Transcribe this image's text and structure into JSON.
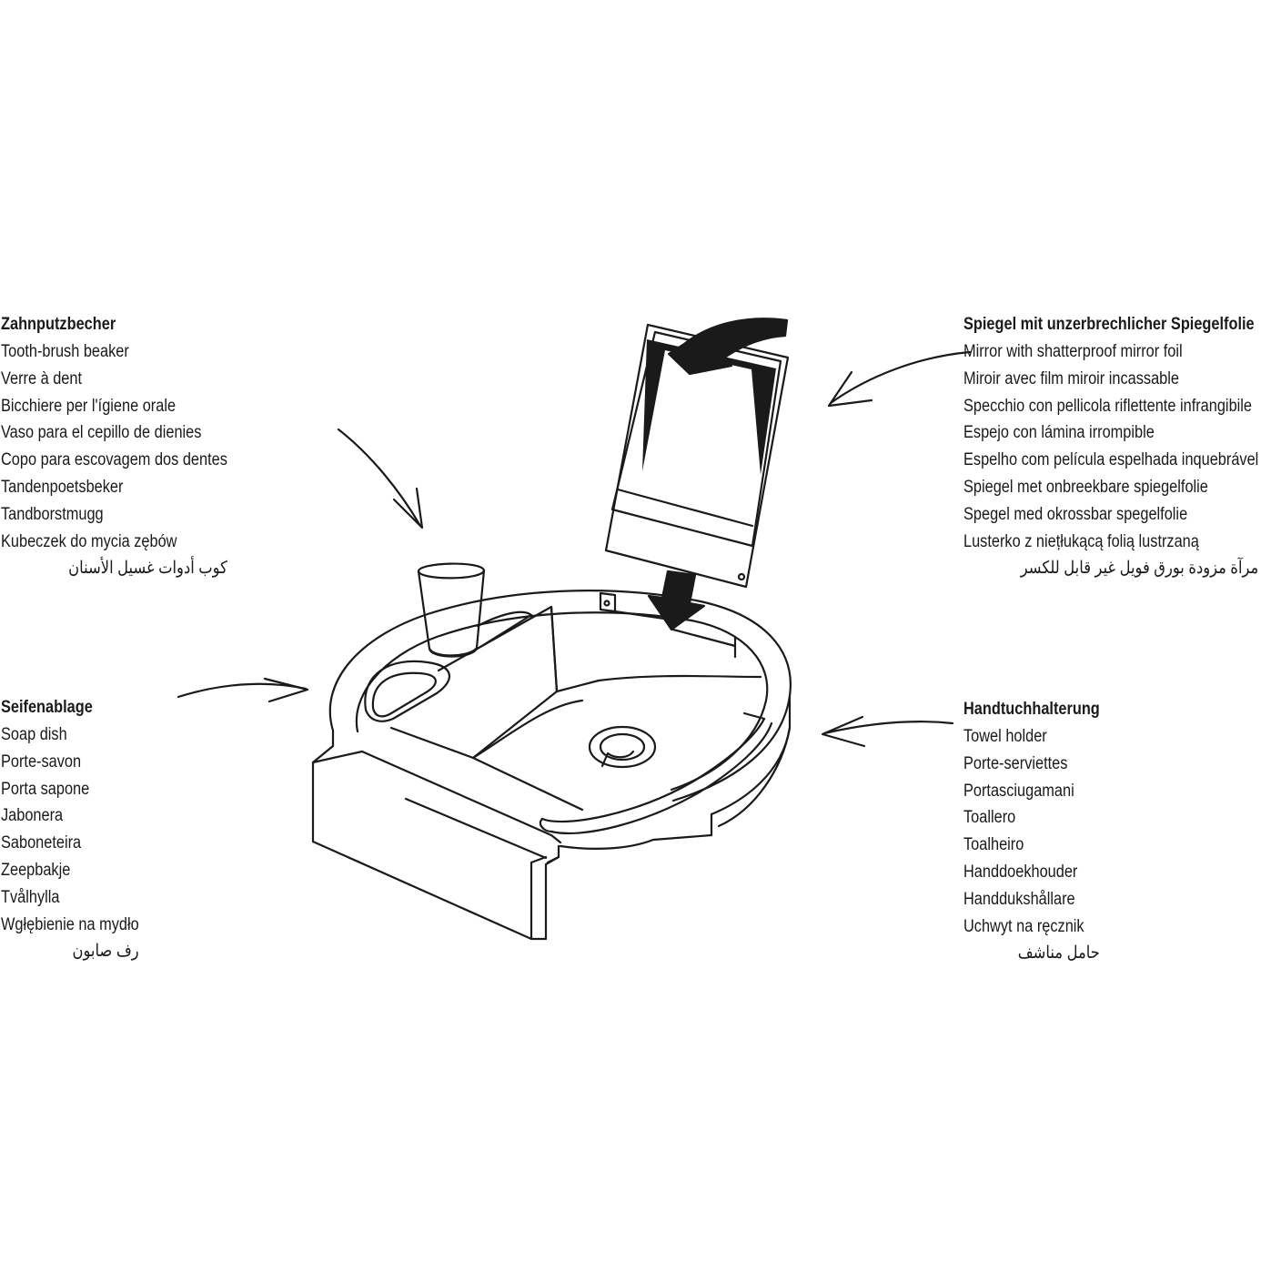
{
  "labels": {
    "toothbrush_beaker": {
      "title": "Zahnputzbecher",
      "lines": [
        "Tooth-brush beaker",
        "Verre à dent",
        "Bicchiere per l'ígiene orale",
        "Vaso para el cepillo de dienies",
        "Copo para escovagem dos dentes",
        "Tandenpoetsbeker",
        "Tandborstmugg",
        "Kubeczek do mycia zębów",
        "كوب أدوات غسيل الأسنان"
      ]
    },
    "mirror": {
      "title": "Spiegel mit unzerbrechlicher Spiegelfolie",
      "lines": [
        "Mirror with shatterproof mirror foil",
        "Miroir avec film miroir incassable",
        "Specchio con pellicola riflettente infrangibile",
        "Espejo con lámina irrompible",
        "Espelho com película espelhada inquebrável",
        "Spiegel met onbreekbare spiegelfolie",
        "Spegel med okrossbar spegelfolie",
        "Lusterko z niețłukącą folią lustrzaną",
        "مرآة مزودة بورق فويل غير قابل للكسر"
      ]
    },
    "soap_dish": {
      "title": "Seifenablage",
      "lines": [
        "Soap dish",
        "Porte-savon",
        "Porta sapone",
        "Jabonera",
        "Saboneteira",
        "Zeepbakje",
        "Tvålhylla",
        "Wgłębienie na mydło",
        "رف صابون"
      ]
    },
    "towel_holder": {
      "title": "Handtuchhalterung",
      "lines": [
        "Towel holder",
        "Porte-serviettes",
        "Portasciugamani",
        "Toallero",
        "Toalheiro",
        "Handdoekhouder",
        "Handdukshållare",
        "Uchwyt na ręcznik",
        "حامل مناشف"
      ]
    }
  },
  "colors": {
    "line": "#1a1a1a",
    "background": "#ffffff"
  }
}
